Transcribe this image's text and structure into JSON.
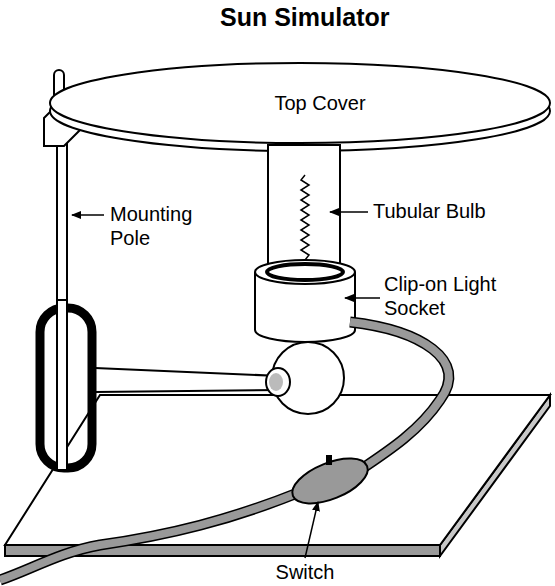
{
  "diagram": {
    "title": "Sun Simulator",
    "nodes": [
      {
        "text": [
          "Top Cover"
        ]
      }
    ],
    "labels": [
      "Mounting Pole",
      "Tubular Bulb",
      "Clip-on Light Socket",
      "Switch"
    ]
  }
}
